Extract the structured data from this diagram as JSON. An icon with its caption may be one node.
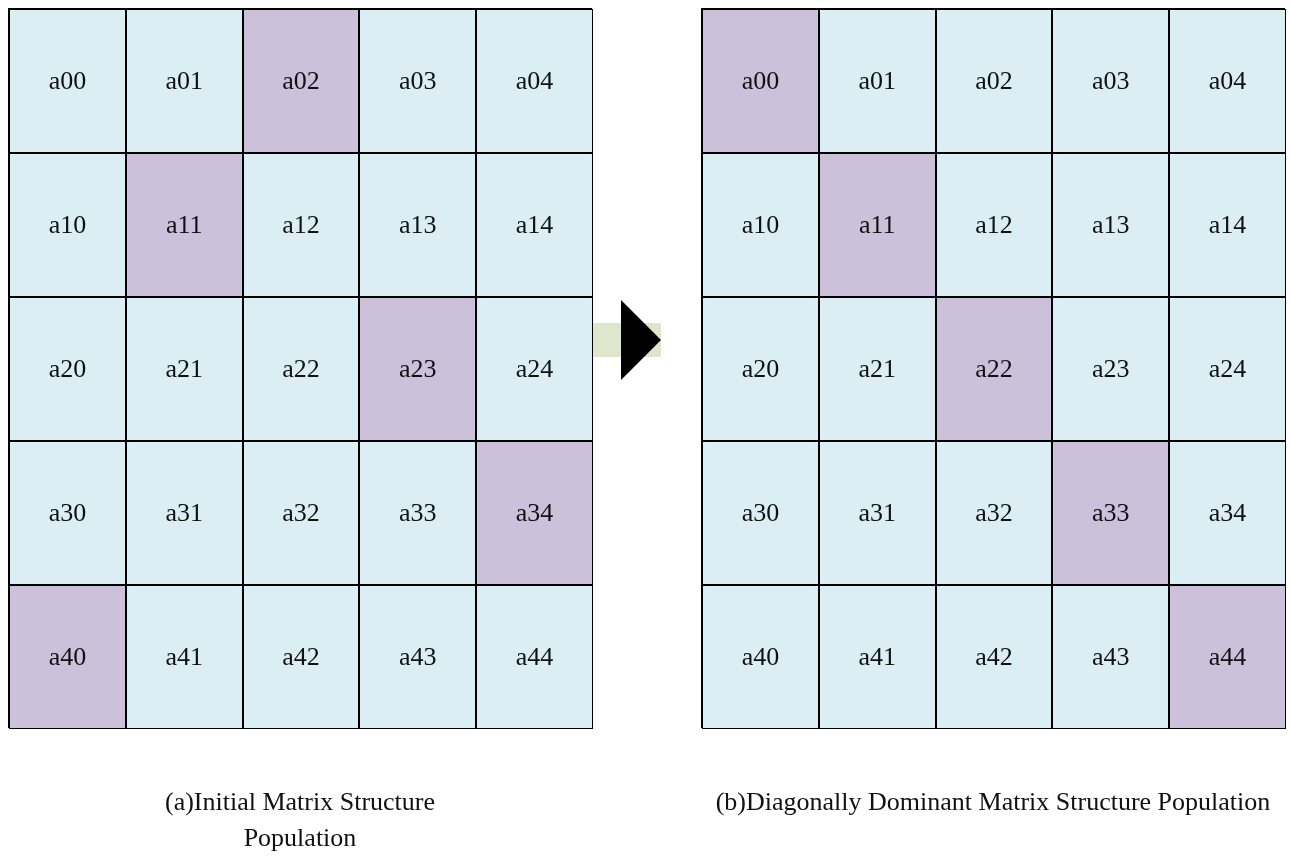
{
  "diagram": {
    "nodes": [
      {
        "text": [
          "(a)Initial Matrix Structure Population"
        ]
      },
      {
        "text": [
          "a00"
        ],
        "in": 0
      },
      {
        "text": [
          "a01"
        ],
        "in": 0
      },
      {
        "text": [
          "a02"
        ],
        "in": 0
      },
      {
        "text": [
          "a03"
        ],
        "in": 0
      },
      {
        "text": [
          "a04"
        ],
        "in": 0
      },
      {
        "text": [
          "a10"
        ],
        "in": 0
      },
      {
        "text": [
          "a11"
        ],
        "in": 0
      },
      {
        "text": [
          "a12"
        ],
        "in": 0
      },
      {
        "text": [
          "a13"
        ],
        "in": 0
      },
      {
        "text": [
          "a14"
        ],
        "in": 0
      },
      {
        "text": [
          "a20"
        ],
        "in": 0
      },
      {
        "text": [
          "a21"
        ],
        "in": 0
      },
      {
        "text": [
          "a22"
        ],
        "in": 0
      },
      {
        "text": [
          "a23"
        ],
        "in": 0
      },
      {
        "text": [
          "a24"
        ],
        "in": 0
      },
      {
        "text": [
          "a30"
        ],
        "in": 0
      },
      {
        "text": [
          "a31"
        ],
        "in": 0
      },
      {
        "text": [
          "a32"
        ],
        "in": 0
      },
      {
        "text": [
          "a33"
        ],
        "in": 0
      },
      {
        "text": [
          "a34"
        ],
        "in": 0
      },
      {
        "text": [
          "a40"
        ],
        "in": 0
      },
      {
        "text": [
          "a41"
        ],
        "in": 0
      },
      {
        "text": [
          "a42"
        ],
        "in": 0
      },
      {
        "text": [
          "a43"
        ],
        "in": 0
      },
      {
        "text": [
          "a44"
        ],
        "in": 0
      },
      {
        "text": [
          "(b)Diagonally Dominant Matrix Structure Population"
        ]
      },
      {
        "text": [
          "a00"
        ],
        "in": 26
      },
      {
        "text": [
          "a01"
        ],
        "in": 26
      },
      {
        "text": [
          "a02"
        ],
        "in": 26
      },
      {
        "text": [
          "a03"
        ],
        "in": 26
      },
      {
        "text": [
          "a04"
        ],
        "in": 26
      },
      {
        "text": [
          "a10"
        ],
        "in": 26
      },
      {
        "text": [
          "a11"
        ],
        "in": 26
      },
      {
        "text": [
          "a12"
        ],
        "in": 26
      },
      {
        "text": [
          "a13"
        ],
        "in": 26
      },
      {
        "text": [
          "a14"
        ],
        "in": 26
      },
      {
        "text": [
          "a20"
        ],
        "in": 26
      },
      {
        "text": [
          "a21"
        ],
        "in": 26
      },
      {
        "text": [
          "a22"
        ],
        "in": 26
      },
      {
        "text": [
          "a23"
        ],
        "in": 26
      },
      {
        "text": [
          "a24"
        ],
        "in": 26
      },
      {
        "text": [
          "a30"
        ],
        "in": 26
      },
      {
        "text": [
          "a31"
        ],
        "in": 26
      },
      {
        "text": [
          "a32"
        ],
        "in": 26
      },
      {
        "text": [
          "a33"
        ],
        "in": 26
      },
      {
        "text": [
          "a34"
        ],
        "in": 26
      },
      {
        "text": [
          "a40"
        ],
        "in": 26
      },
      {
        "text": [
          "a41"
        ],
        "in": 26
      },
      {
        "text": [
          "a42"
        ],
        "in": 26
      },
      {
        "text": [
          "a43"
        ],
        "in": 26
      },
      {
        "text": [
          "a44"
        ],
        "in": 26
      }
    ],
    "edges": [
      {
        "from": 0,
        "to": 26,
        "arrow": "to"
      }
    ]
  }
}
